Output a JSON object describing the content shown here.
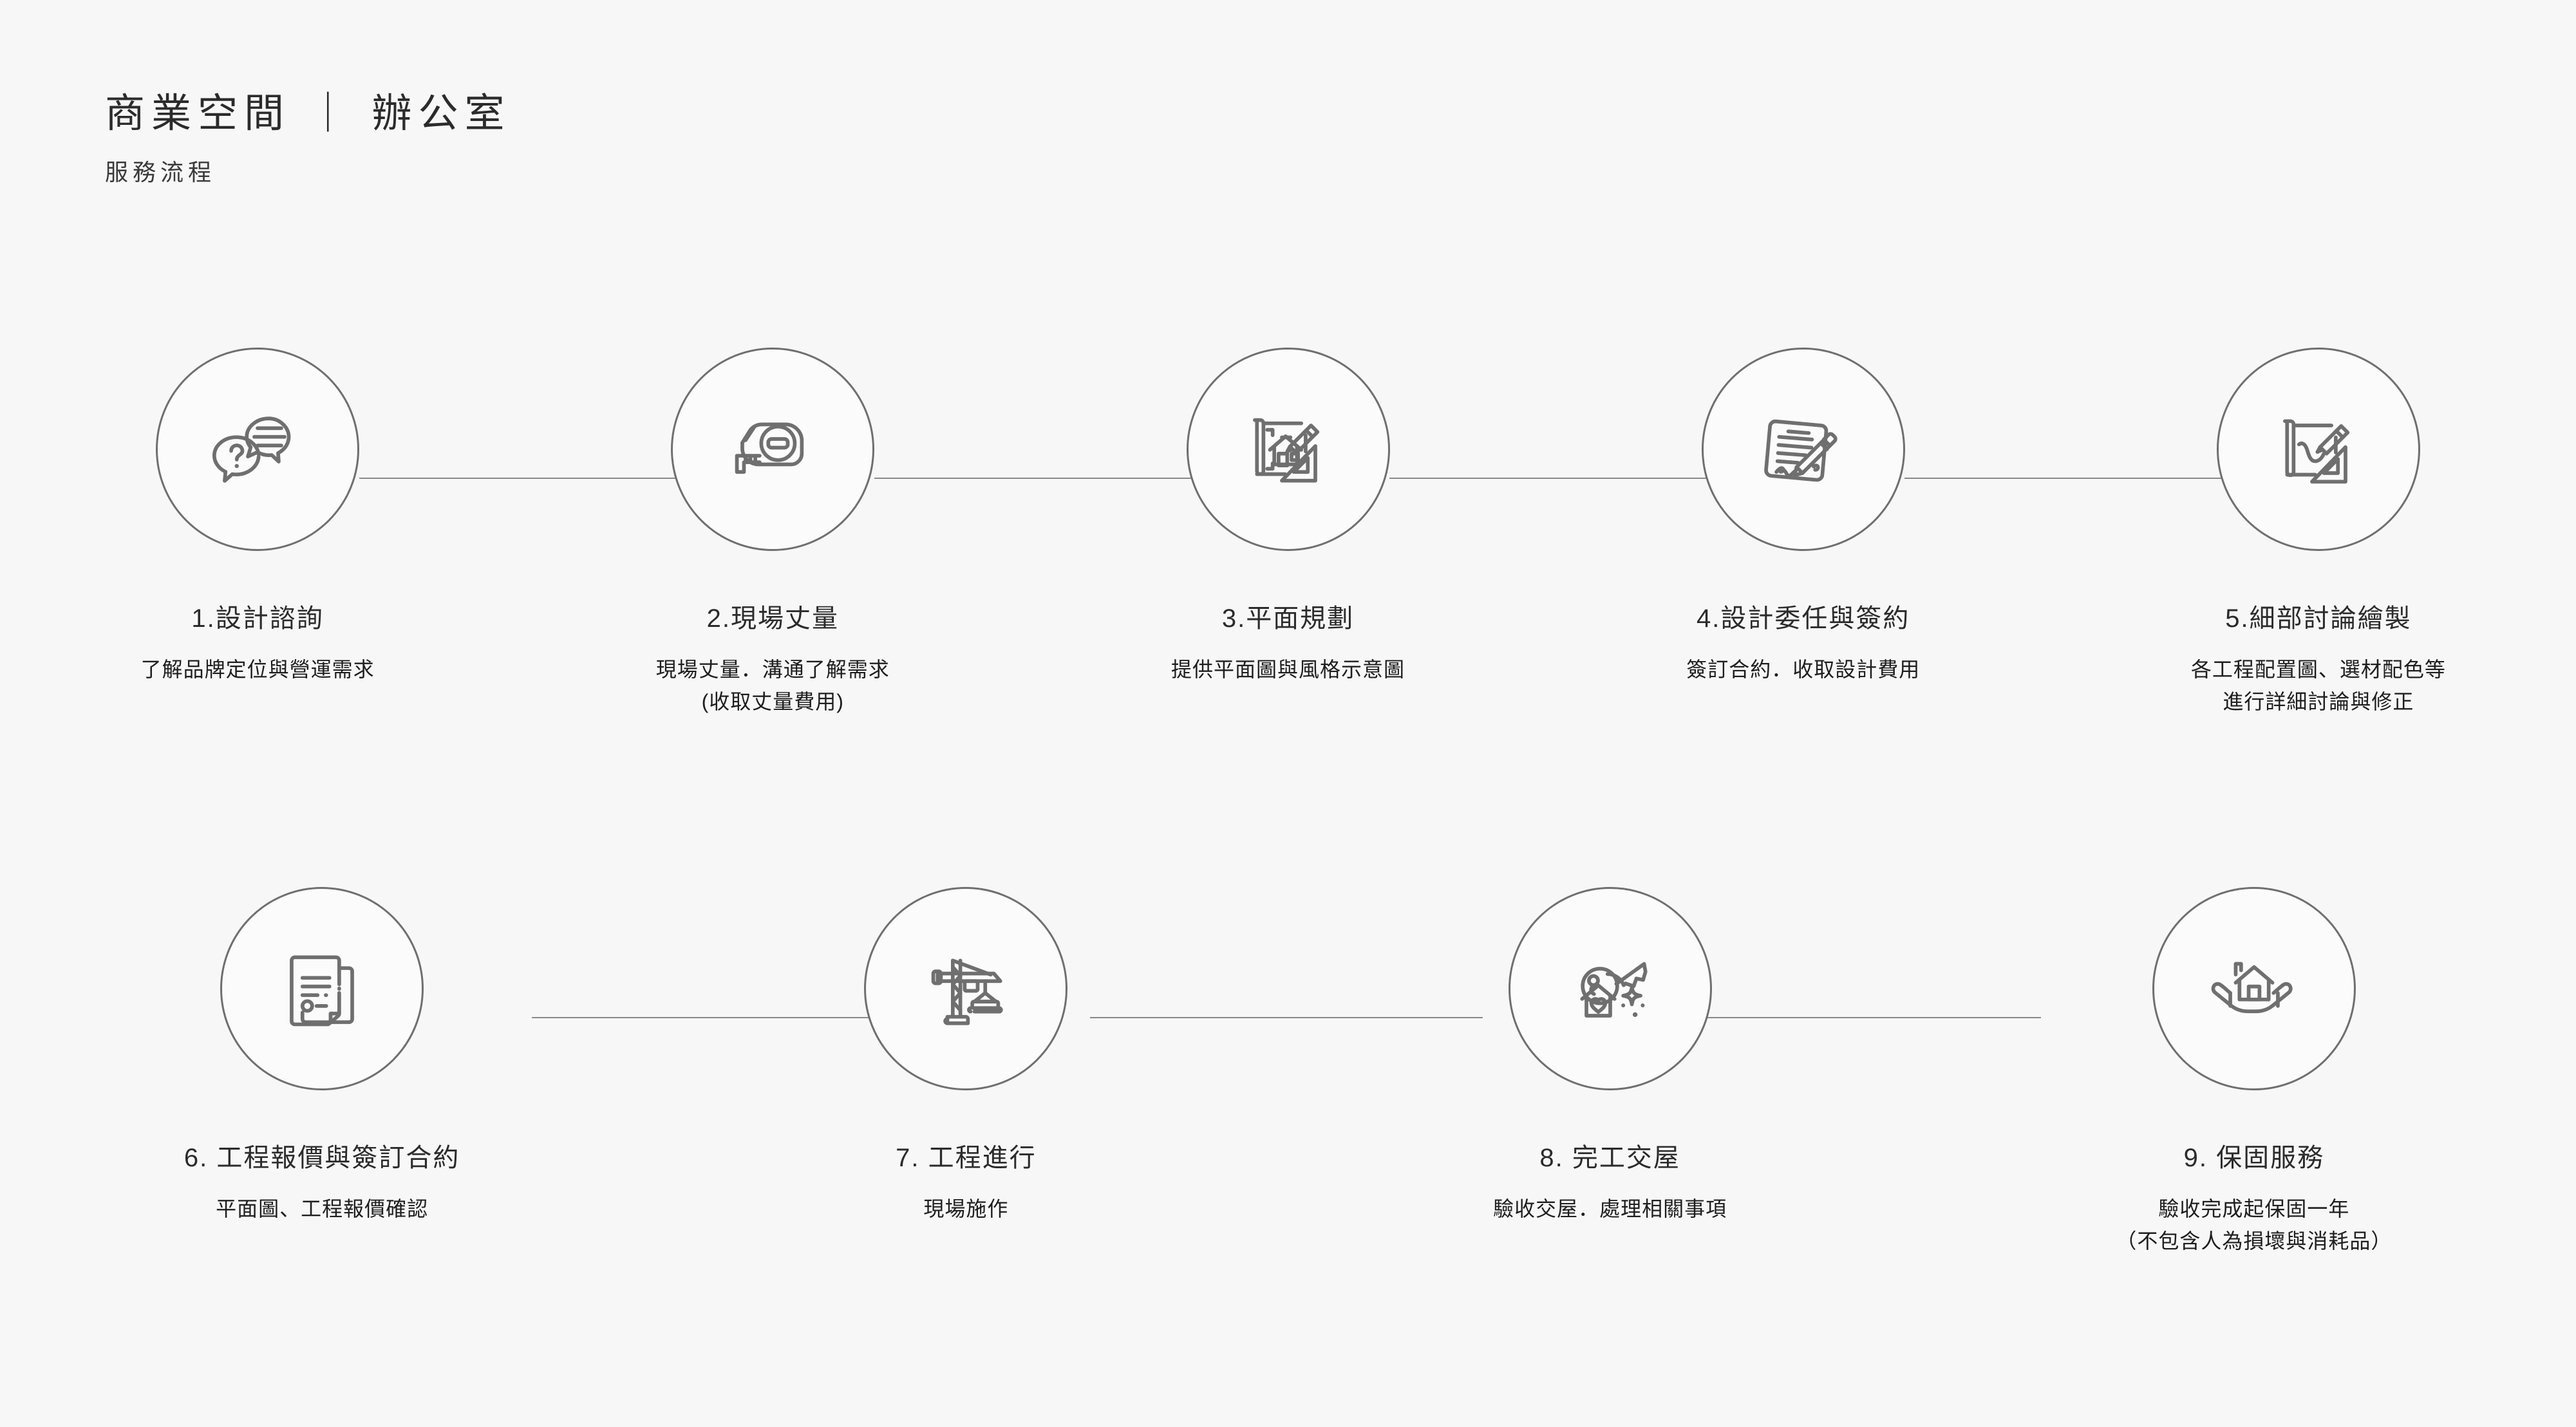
{
  "header": {
    "title": "商業空間 ｜ 辦公室",
    "subtitle": "服務流程"
  },
  "colors": {
    "background": "#f7f7f7",
    "circle_stroke": "#6f6f6f",
    "icon_stroke": "#6f6f6f",
    "connector": "#8a8a8a",
    "title_text": "#2b2b2b",
    "desc_text": "#1e1e1e"
  },
  "flow": {
    "row1": [
      {
        "icon": "speech-bubbles-question-icon",
        "title": "1.設計諮詢",
        "desc": [
          "了解品牌定位與營運需求"
        ]
      },
      {
        "icon": "tape-measure-icon",
        "title": "2.現場丈量",
        "desc": [
          "現場丈量．溝通了解需求",
          "(收取丈量費用)"
        ]
      },
      {
        "icon": "blueprint-house-pencil-ruler-icon",
        "title": "3.平面規劃",
        "desc": [
          "提供平面圖與風格示意圖"
        ]
      },
      {
        "icon": "contract-signing-pen-icon",
        "title": "4.設計委任與簽約",
        "desc": [
          "簽訂合約．收取設計費用"
        ]
      },
      {
        "icon": "drafting-board-pencil-ruler-icon",
        "title": "5.細部討論繪製",
        "desc": [
          "各工程配置圖、選材配色等",
          "進行詳細討論與修正"
        ]
      }
    ],
    "row2": [
      {
        "icon": "stacked-documents-quotation-icon",
        "title": "6. 工程報價與簽訂合約",
        "desc": [
          "平面圖、工程報價確認"
        ]
      },
      {
        "icon": "tower-crane-icon",
        "title": "7. 工程進行",
        "desc": [
          "現場施作"
        ]
      },
      {
        "icon": "house-key-sparkle-icon",
        "title": "8. 完工交屋",
        "desc": [
          "驗收交屋．處理相關事項"
        ]
      },
      {
        "icon": "hands-holding-house-icon",
        "title": "9. 保固服務",
        "desc": [
          "驗收完成起保固一年",
          "（不包含人為損壞與消耗品）"
        ]
      }
    ]
  }
}
